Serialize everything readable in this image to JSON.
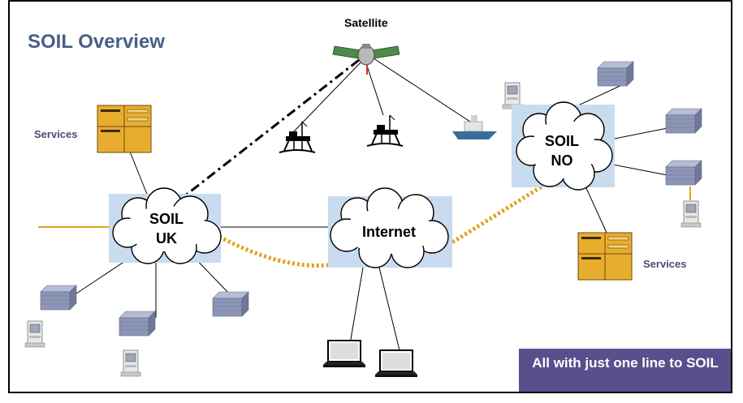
{
  "title": "SOIL Overview",
  "satellite_label": "Satellite",
  "services_label_left": "Services",
  "services_label_right": "Services",
  "clouds": {
    "uk": [
      "SOIL",
      "UK"
    ],
    "internet": "Internet",
    "no": [
      "SOIL",
      "NO"
    ]
  },
  "callout_text": "All with just one line to SOIL",
  "colors": {
    "title": "#4a5f86",
    "cloud_box": "#c9dbef",
    "orange_link": "#e0a21e",
    "server": "#e9ad2e",
    "building": "#8d96b6",
    "callout_bg": "#5a4f8c"
  },
  "icons": [
    "satellite-icon",
    "oil-rig-icon",
    "ship-icon",
    "server-icon",
    "building-icon",
    "terminal-icon",
    "laptop-icon"
  ]
}
